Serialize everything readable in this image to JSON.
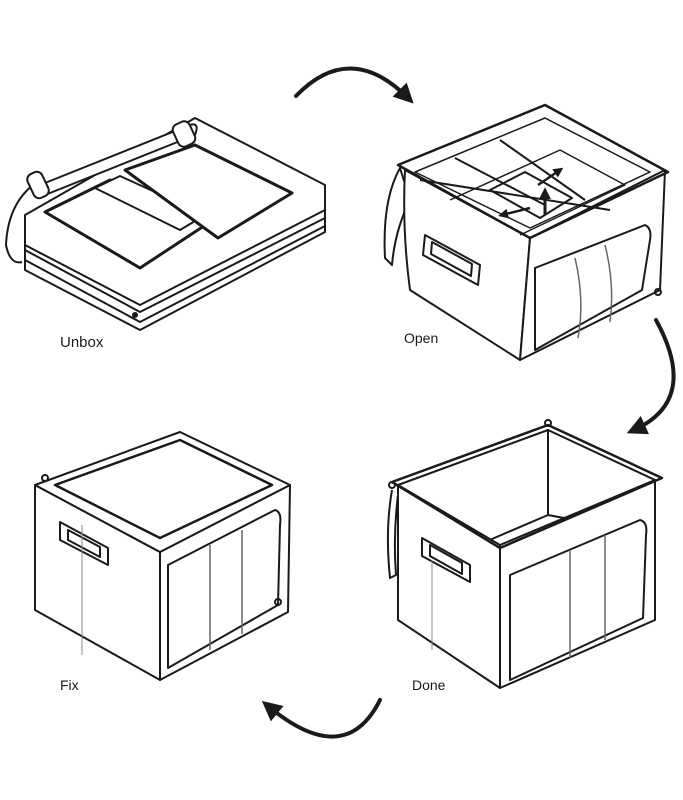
{
  "steps": [
    {
      "label": "Unbox"
    },
    {
      "label": "Open"
    },
    {
      "label": "Fix"
    },
    {
      "label": "Done"
    }
  ],
  "colors": {
    "line": "#1a1a1a",
    "background": "#ffffff",
    "seam": "#666666"
  },
  "icons": {
    "flow_arrows": [
      "curved-arrow-icon",
      "curved-arrow-icon",
      "curved-arrow-icon"
    ],
    "pull_arrows": [
      "arrow-left-icon",
      "arrow-up-icon",
      "arrow-right-icon"
    ]
  }
}
